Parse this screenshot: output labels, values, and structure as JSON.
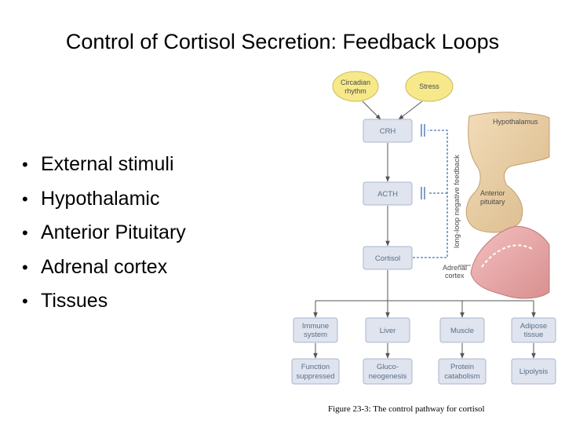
{
  "title": "Control of Cortisol Secretion: Feedback Loops",
  "bullets": [
    "External stimuli",
    "Hypothalamic",
    "Anterior Pituitary",
    "Adrenal cortex",
    "Tissues"
  ],
  "diagram": {
    "inputs": {
      "circadian_line1": "Circadian",
      "circadian_line2": "rhythm",
      "stress": "Stress"
    },
    "chain": {
      "crh": "CRH",
      "acth": "ACTH",
      "cortisol": "Cortisol"
    },
    "feedback_label": "long-loop negative feedback",
    "anatomy": {
      "hypothalamus": "Hypothalamus",
      "anterior_line1": "Anterior",
      "anterior_line2": "pituitary",
      "adrenal_line1": "Adrenal",
      "adrenal_line2": "cortex"
    },
    "targets": {
      "immune_line1": "Immune",
      "immune_line2": "system",
      "liver": "Liver",
      "muscle": "Muscle",
      "adipose_line1": "Adipose",
      "adipose_line2": "tissue"
    },
    "effects": {
      "function_line1": "Function",
      "function_line2": "suppressed",
      "gluco_line1": "Gluco-",
      "gluco_line2": "neogenesis",
      "protein_line1": "Protein",
      "protein_line2": "catabolism",
      "lipolysis": "Lipolysis"
    },
    "colors": {
      "input_fill": "#f7e98a",
      "box_fill": "#dfe4ef",
      "box_stroke": "#a9b4cc",
      "arrow": "#555555",
      "feedback": "#4a78b5",
      "hypothalamus": "#e9cfa4",
      "adrenal": "#e8a6a6"
    }
  },
  "caption": "Figure 23-3: The control pathway for cortisol"
}
